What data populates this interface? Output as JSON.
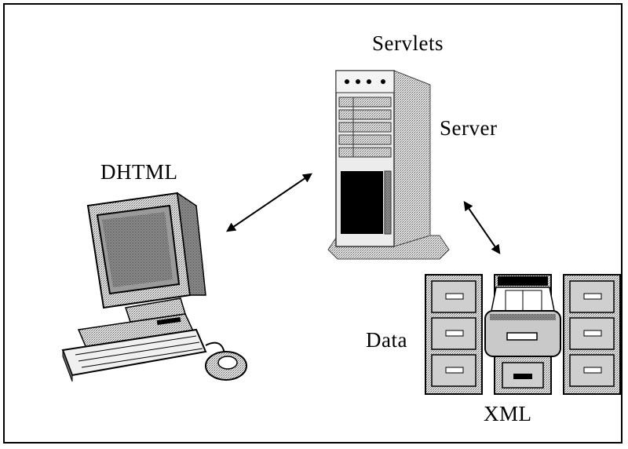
{
  "labels": {
    "servlets": "Servlets",
    "server": "Server",
    "dhtml": "DHTML",
    "data": "Data",
    "xml": "XML"
  },
  "icons": [
    "computer-icon",
    "server-tower-icon",
    "file-cabinet-icon"
  ],
  "colors": {
    "line": "#000000",
    "dither": "#8a8a8a",
    "light": "#d4d4d4"
  }
}
